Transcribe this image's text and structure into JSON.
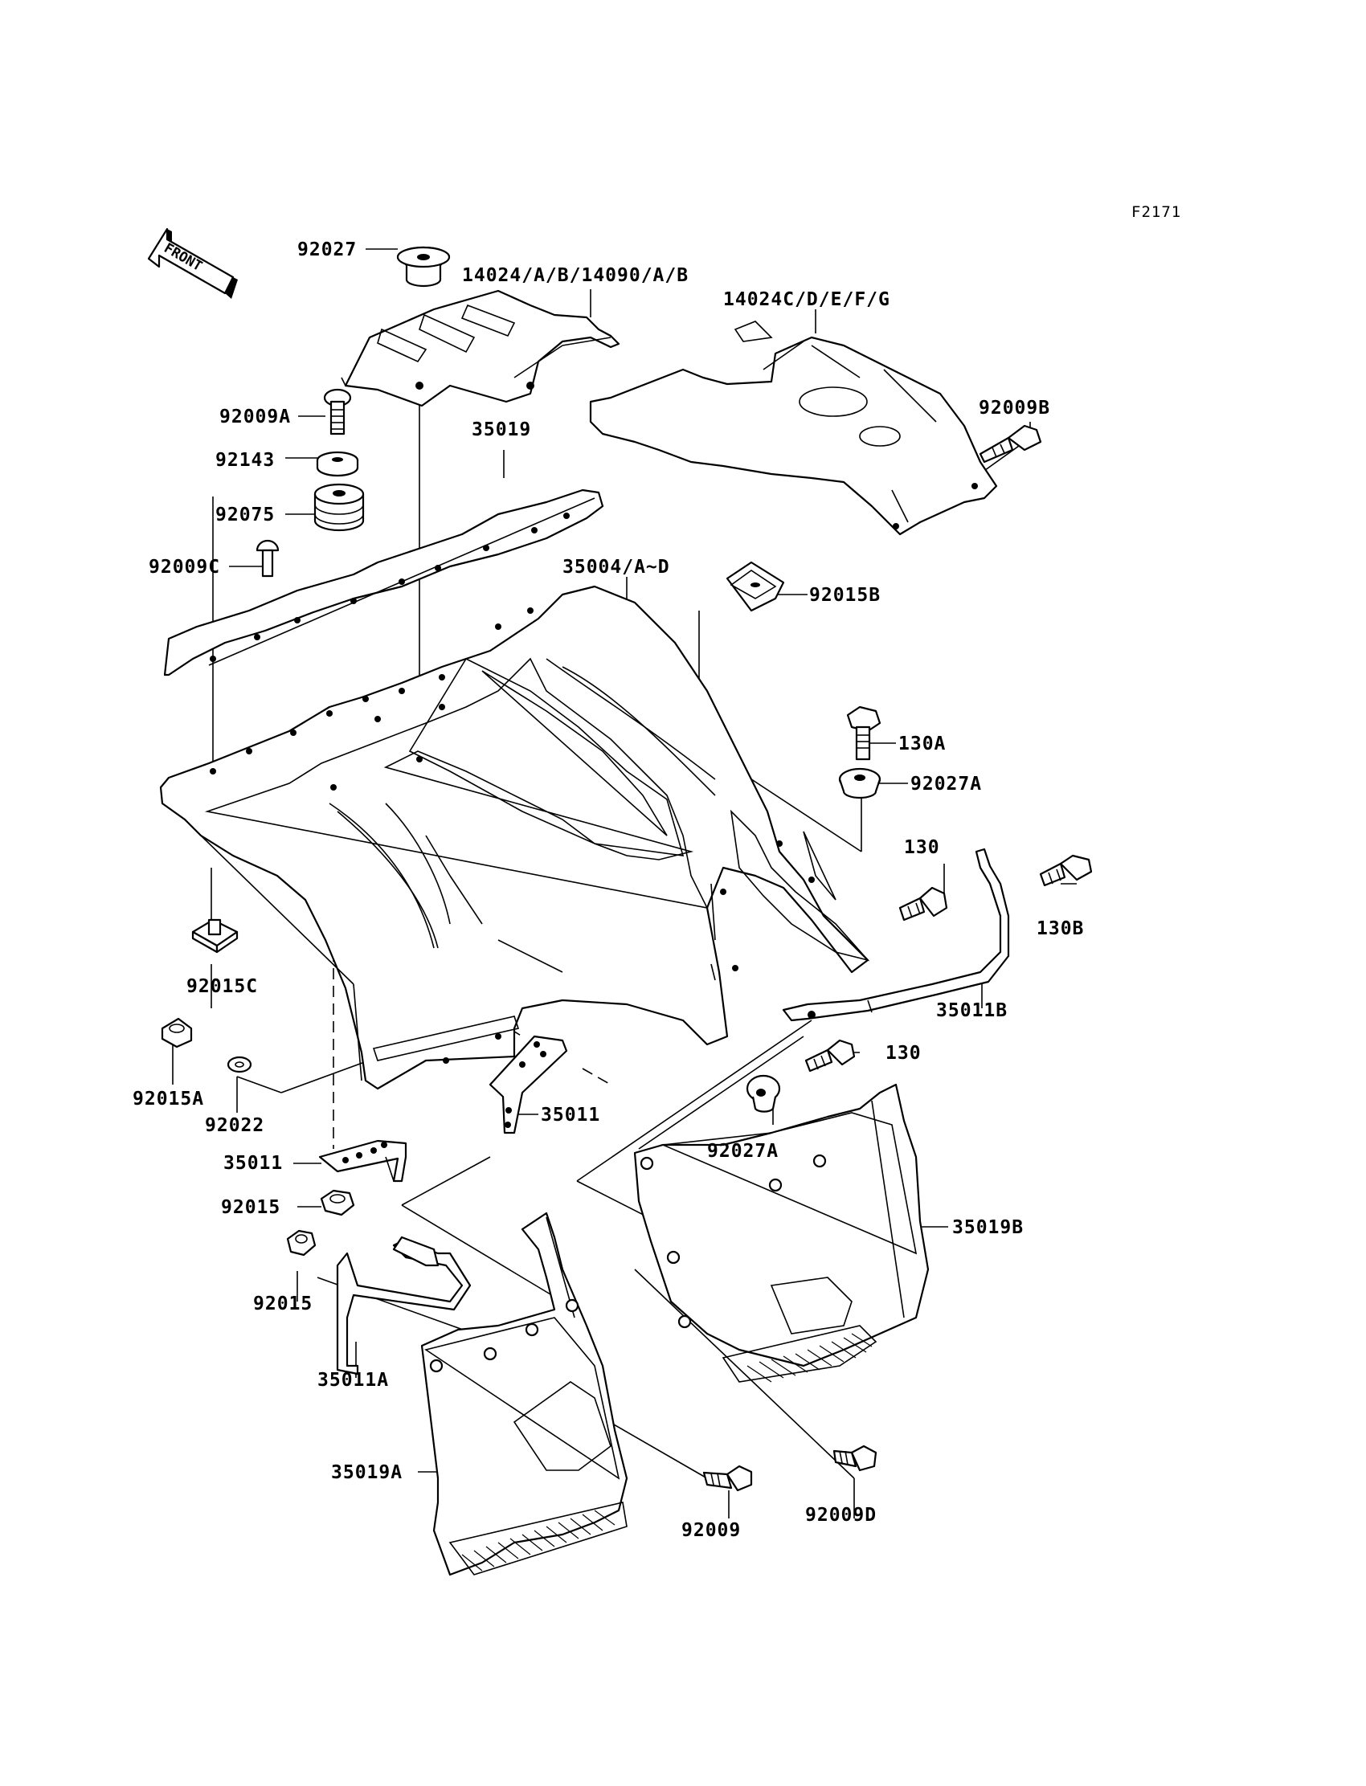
{
  "figure_code": "F2171",
  "front_marker": "FRONT",
  "labels": {
    "p92027": "92027",
    "p14024ab": "14024/A/B/14090/A/B",
    "p14024cg": "14024C/D/E/F/G",
    "p92009a": "92009A",
    "p92009b": "92009B",
    "p35019": "35019",
    "p92143": "92143",
    "p92075": "92075",
    "p92009c": "92009C",
    "p35004": "35004/A~D",
    "p92015b": "92015B",
    "p130a": "130A",
    "p92027a_top": "92027A",
    "p130_top": "130",
    "p130b": "130B",
    "p92015c": "92015C",
    "p35011b": "35011B",
    "p130_mid": "130",
    "p92015a": "92015A",
    "p92022": "92022",
    "p35011_mid": "35011",
    "p92027a_bot": "92027A",
    "p35011_left": "35011",
    "p35019b": "35019B",
    "p92015_top": "92015",
    "p92015_bot": "92015",
    "p35011a": "35011A",
    "p35019a": "35019A",
    "p92009": "92009",
    "p92009d": "92009D"
  }
}
